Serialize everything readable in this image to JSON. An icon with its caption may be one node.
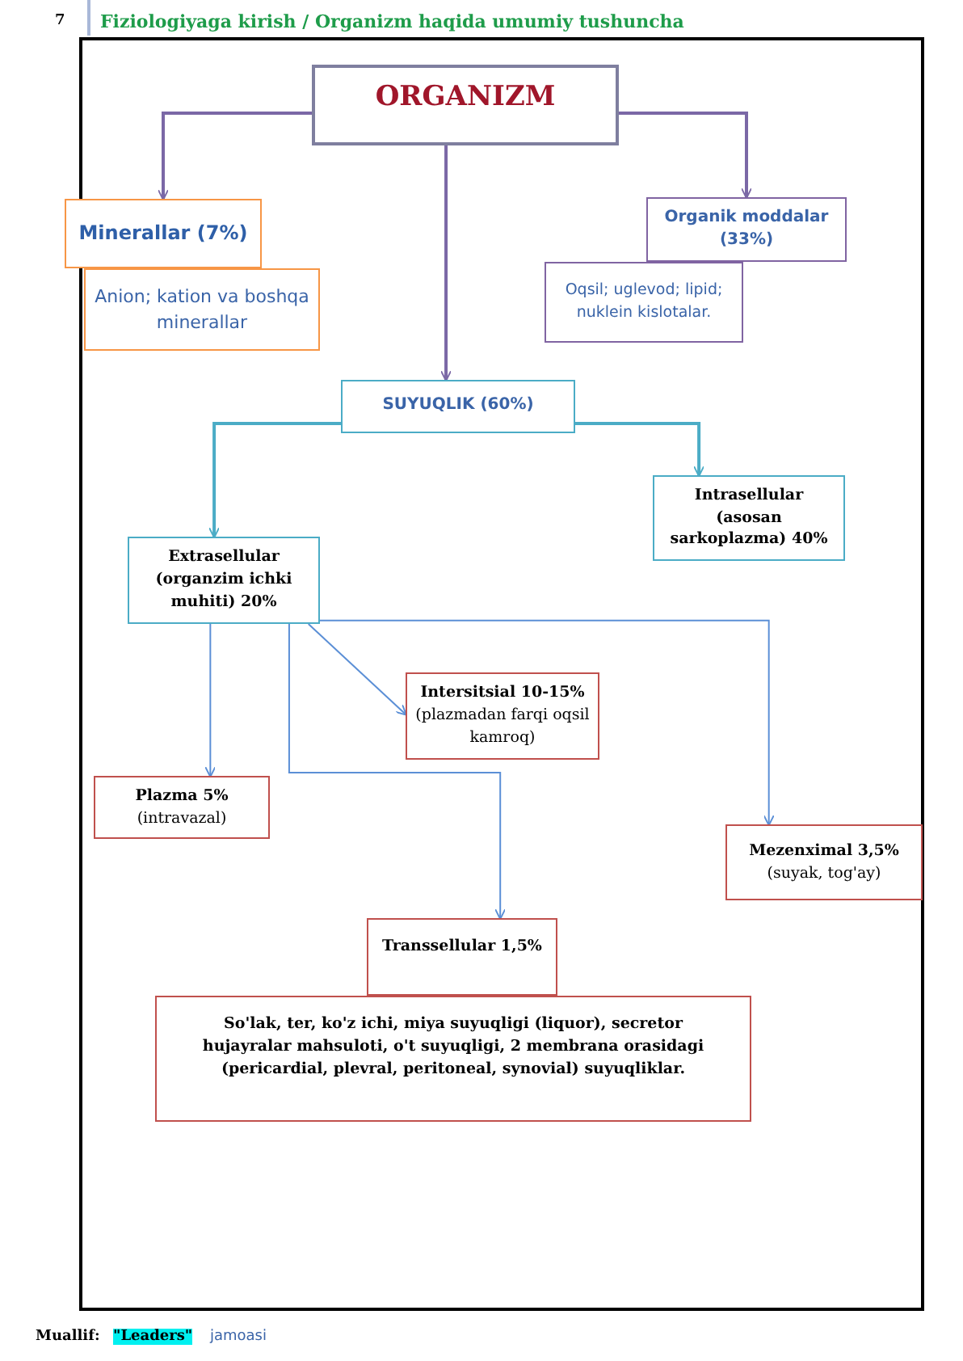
{
  "diagram": {
    "nodes": [
      {
        "text": [
          "ORGANIZM"
        ]
      },
      {
        "text": [
          "Minerallar (7%)"
        ]
      },
      {
        "text": [
          "Anion; kation va boshqa minerallar"
        ]
      },
      {
        "text": [
          "Organik moddalar (33%)"
        ]
      },
      {
        "text": [
          "Oqsil; uglevod; lipid; nuklein kislotalar."
        ]
      },
      {
        "text": [
          "SUYUQLIK (60%)"
        ]
      },
      {
        "text": [
          "Intrasellular (asosan sarkoplazma) 40%"
        ]
      },
      {
        "text": [
          "Extrasellular (organzim ichki muhiti) 20%"
        ]
      },
      {
        "text": [
          "Intersitsial 10-15%",
          "(plazmadan farqi oqsil kamroq)"
        ]
      },
      {
        "text": [
          "Plazma 5%",
          "(intravazal)"
        ]
      },
      {
        "text": [
          "Mezenximal 3,5%",
          "(suyak, tog'ay)"
        ]
      },
      {
        "text": [
          "Transsellular  1,5%"
        ]
      },
      {
        "text": [
          "So'lak, ter, ko'z ichi, miya suyuqligi (liquor), secretor hujayralar mahsuloti, o't suyuqligi, 2 membrana orasidagi (pericardial, plevral, peritoneal, synovial) suyuqliklar."
        ]
      }
    ],
    "edges": [
      {
        "from": 0,
        "to": 1,
        "arrow": "to",
        "color": "#7b68a6"
      },
      {
        "from": 0,
        "to": 3,
        "arrow": "to",
        "color": "#7b68a6"
      },
      {
        "from": 0,
        "to": 5,
        "arrow": "to",
        "color": "#7b68a6"
      },
      {
        "from": 5,
        "to": 7,
        "arrow": "to",
        "color": "#4bacc6"
      },
      {
        "from": 5,
        "to": 6,
        "arrow": "to",
        "color": "#4bacc6"
      },
      {
        "from": 7,
        "to": 8,
        "arrow": "to"
      },
      {
        "from": 7,
        "to": 9,
        "arrow": "to"
      },
      {
        "from": 7,
        "to": 10,
        "arrow": "to"
      },
      {
        "from": 7,
        "to": 11,
        "arrow": "to"
      }
    ],
    "labels": [
      "7",
      "Fiziologiyaga kirish / Organizm haqida umumiy tushuncha",
      "Muallif:",
      "\"Leaders\"",
      "jamoasi"
    ]
  }
}
